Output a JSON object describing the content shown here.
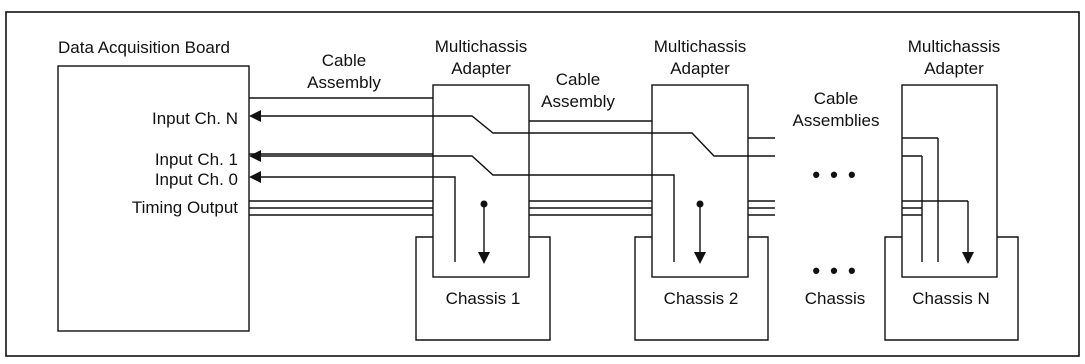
{
  "board": {
    "title": "Data Acquisition Board",
    "input_n": "Input Ch. N",
    "input_1": "Input Ch. 1",
    "input_0": "Input Ch. 0",
    "timing": "Timing Output"
  },
  "cables": {
    "first_line1": "Cable",
    "first_line2": "Assembly",
    "second_line1": "Cable",
    "second_line2": "Assembly",
    "many_line1": "Cable",
    "many_line2": "Assemblies"
  },
  "adapters": {
    "a1_line1": "Multichassis",
    "a1_line2": "Adapter",
    "a2_line1": "Multichassis",
    "a2_line2": "Adapter",
    "an_line1": "Multichassis",
    "an_line2": "Adapter"
  },
  "chassis": {
    "c1": "Chassis 1",
    "c2": "Chassis 2",
    "middle": "Chassis",
    "cn": "Chassis N"
  },
  "ellipsis": "• • •"
}
